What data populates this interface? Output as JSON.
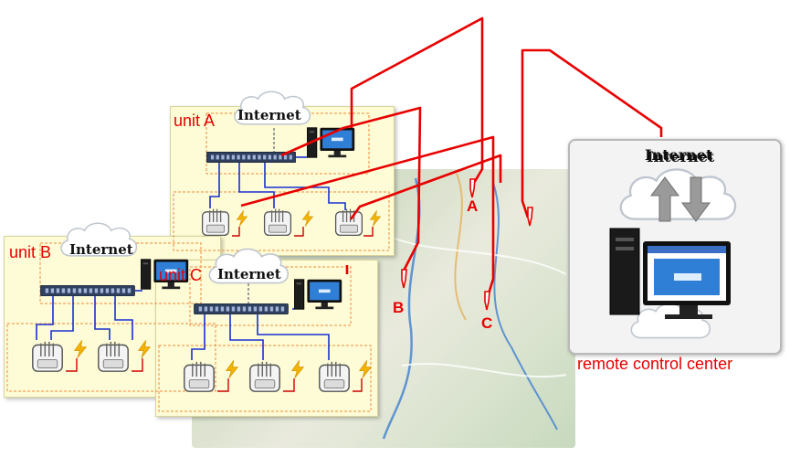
{
  "units": [
    {
      "id": "A",
      "label": "unit A",
      "cloud": "Internet"
    },
    {
      "id": "B",
      "label": "unit B",
      "cloud": "Internet"
    },
    {
      "id": "C",
      "label": "unit C",
      "cloud": "Internet"
    }
  ],
  "sites": [
    "A",
    "B",
    "C"
  ],
  "remote_center": {
    "cloud": "Internet",
    "caption": "remote control center"
  },
  "colors": {
    "link": "#e80000",
    "wire_blue": "#1a2fd0",
    "wire_red": "#d10000",
    "panel": "#fdfcd6",
    "dashed": "#f08a3a",
    "bolt": "#f2b400"
  },
  "icons": [
    "cloud-icon",
    "network-switch-icon",
    "computer-icon",
    "device-icon",
    "lightning-icon",
    "map-pin-icon",
    "upload-arrow-icon",
    "download-arrow-icon"
  ]
}
